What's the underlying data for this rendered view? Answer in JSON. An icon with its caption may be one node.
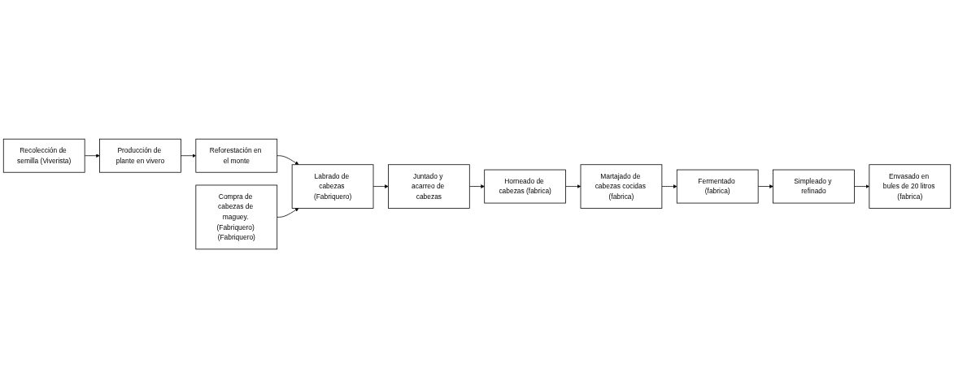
{
  "diagram": {
    "nodes": [
      {
        "text": [
          "Compra de cabezas de maguey. (Fabriquero) (Fabriquero)"
        ]
      },
      {
        "text": [
          "Recolección de semilla (Viverista)"
        ]
      },
      {
        "text": [
          "Producción de plante en vivero"
        ]
      },
      {
        "text": [
          "Reforestación en el monte"
        ]
      },
      {
        "text": [
          "Labrado de cabezas (Fabriquero)"
        ]
      },
      {
        "text": [
          "Juntado y acarreo de cabezas"
        ]
      },
      {
        "text": [
          "Envasado en bules de 20 litros (fabrica)"
        ]
      },
      {
        "text": [
          "Simpleado y refinado"
        ]
      },
      {
        "text": [
          "Fermentado (fabrica)"
        ]
      },
      {
        "text": [
          "Martajado de cabezas cocidas (fabrica)"
        ]
      },
      {
        "text": [
          "Horneado de cabezas (fabrica)"
        ]
      }
    ],
    "edges": [
      {
        "from": 1,
        "to": 2,
        "arrow": "to"
      },
      {
        "from": 2,
        "to": 3,
        "arrow": "to"
      },
      {
        "from": 3,
        "to": 4,
        "arrow": "to"
      },
      {
        "from": 0,
        "to": 4,
        "arrow": "to"
      },
      {
        "from": 4,
        "to": 5,
        "arrow": "to"
      },
      {
        "from": 5,
        "to": 10,
        "arrow": "to"
      },
      {
        "from": 10,
        "to": 9,
        "arrow": "to"
      },
      {
        "from": 9,
        "to": 8,
        "arrow": "to"
      },
      {
        "from": 8,
        "to": 7,
        "arrow": "to"
      },
      {
        "from": 7,
        "to": 6,
        "arrow": "to"
      }
    ]
  }
}
